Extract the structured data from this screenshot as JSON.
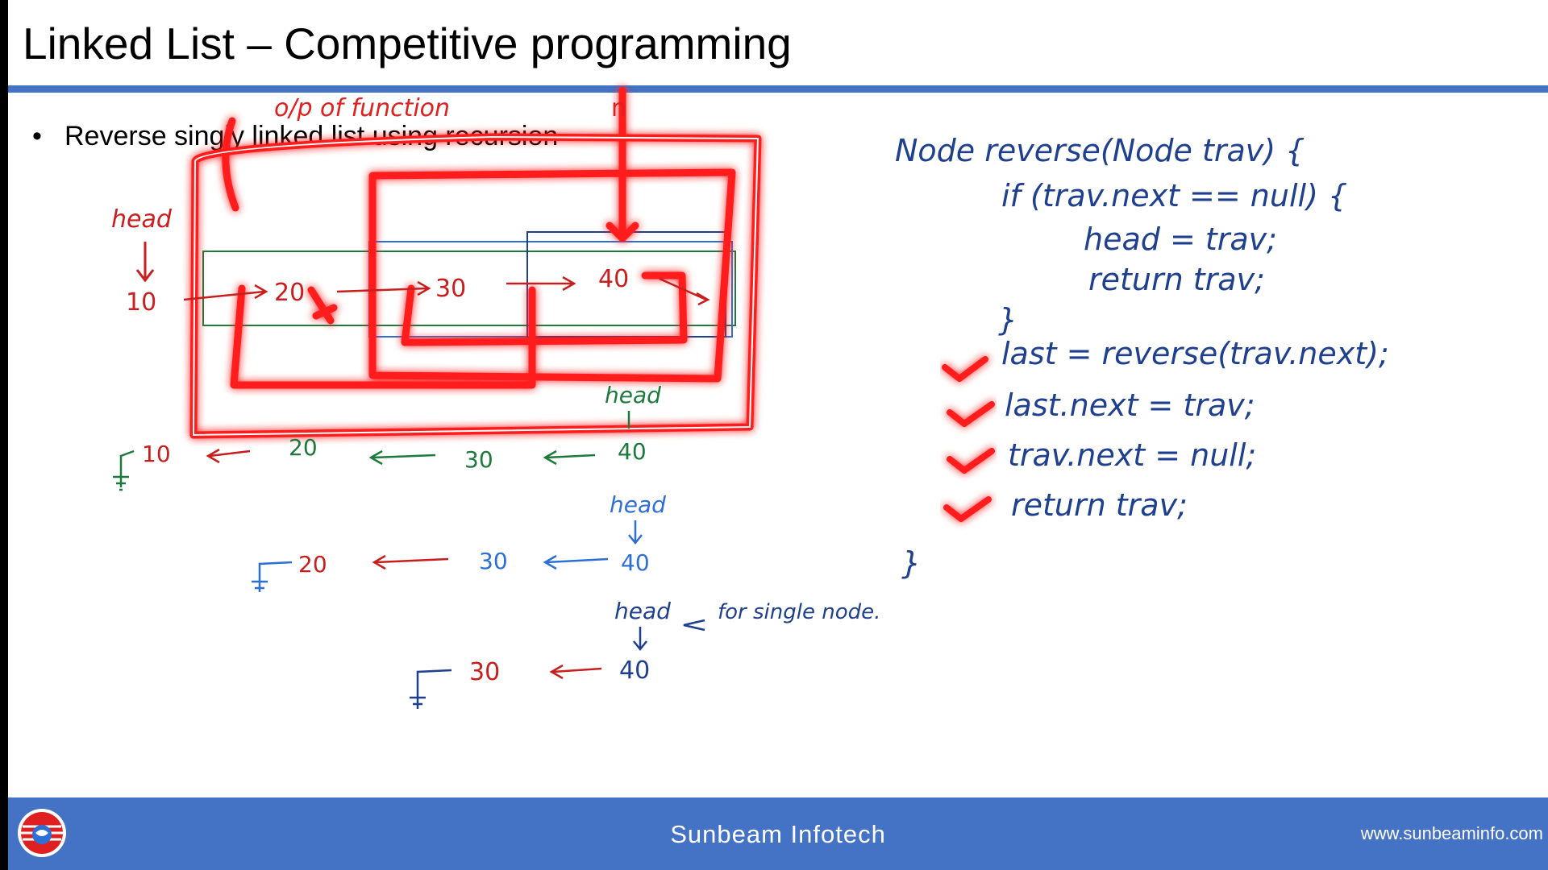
{
  "slide": {
    "title": "Linked List – Competitive programming",
    "bullet": "Reverse singly linked list using recursion"
  },
  "ink": {
    "annotations": {
      "top_note": "o/p of function",
      "head_label": "head",
      "node_labels": [
        "10",
        "20",
        "30",
        "40"
      ]
    },
    "rev_green": {
      "head": "head",
      "values": [
        "10",
        "20",
        "30",
        "40"
      ]
    },
    "rev_blue": {
      "head": "head",
      "values": [
        "20",
        "30",
        "40"
      ]
    },
    "rev_bottom": {
      "head": "head",
      "values": [
        "30",
        "40"
      ],
      "note": "for single node."
    },
    "code": {
      "lines": [
        "Node reverse(Node trav) {",
        "if (trav.next == null) {",
        "head = trav;",
        "return trav;",
        "}",
        "last = reverse(trav.next);",
        "last.next = trav;",
        "trav.next = null;",
        "return trav;",
        "}"
      ]
    }
  },
  "footer": {
    "center": "Sunbeam Infotech",
    "url": "www.sunbeaminfo.com"
  },
  "colors": {
    "accent": "#4472c4",
    "ink_red": "#e02020",
    "ink_green": "#1e7a3c",
    "ink_blue": "#2e6fd6",
    "ink_navy": "#1f3f8f",
    "glow_red": "#ff1f1f"
  }
}
